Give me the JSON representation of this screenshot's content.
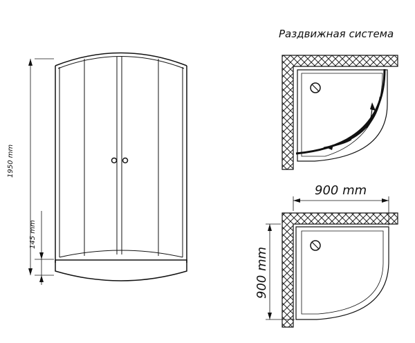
{
  "labels": {
    "sliding_system": "Раздвижная система",
    "height_total": "1950 mm",
    "height_tray": "145 mm",
    "width_dim": "900 mm",
    "depth_dim": "900 mm"
  },
  "colors": {
    "line": "#111111",
    "hatch": "#222222",
    "background": "#ffffff"
  }
}
